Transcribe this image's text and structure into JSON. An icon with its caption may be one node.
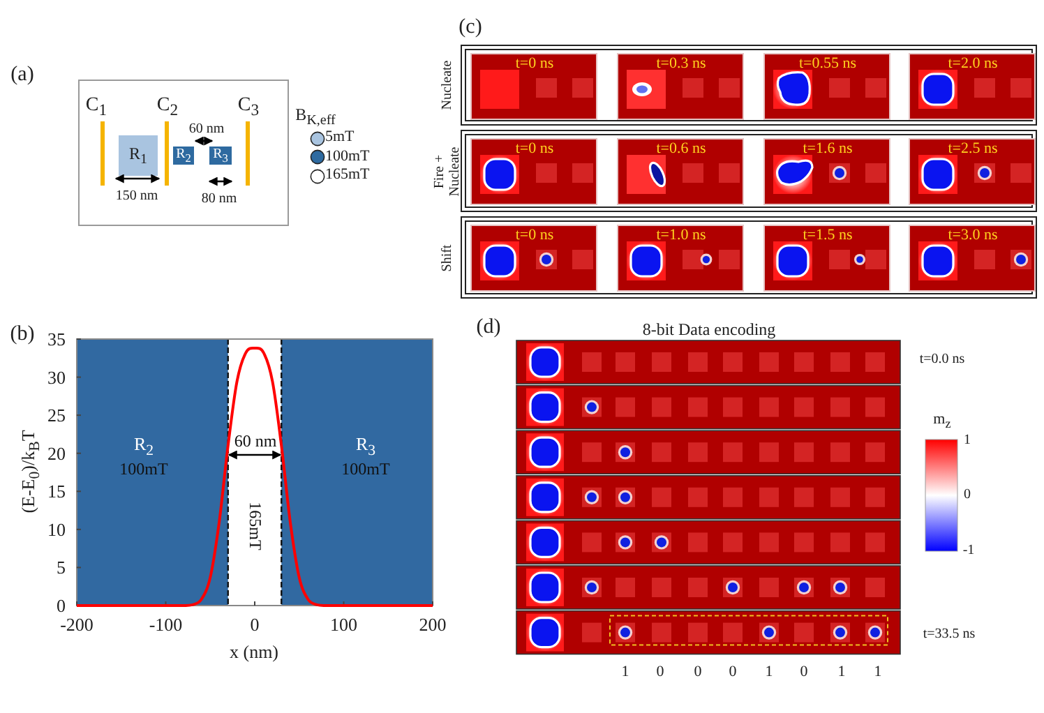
{
  "diagram": {
    "nodes": [
      {
        "text": [],
        "shape": "box"
      },
      {
        "text": [
          "R$_{1}$"
        ],
        "in": 0
      },
      {
        "text": [
          "R$_{2}$"
        ],
        "in": 0
      },
      {
        "text": [
          "R$_{3}$"
        ],
        "in": 0
      },
      {
        "text": [
          "Nucleate"
        ]
      },
      {
        "text": [
          "t=0 ns"
        ],
        "in": 4
      },
      {
        "text": [
          "t=0.3 ns"
        ],
        "in": 4
      },
      {
        "text": [
          "t=0.55 ns"
        ],
        "in": 4
      },
      {
        "text": [
          "t=2.0 ns"
        ],
        "in": 4
      },
      {
        "text": [
          "Fire + Nucleate"
        ]
      },
      {
        "text": [
          "t=0 ns"
        ],
        "in": 9
      },
      {
        "text": [
          "t=0.6 ns"
        ],
        "in": 9
      },
      {
        "text": [
          "t=1.6 ns"
        ],
        "in": 9
      },
      {
        "text": [
          "t=2.5 ns"
        ],
        "in": 9
      },
      {
        "text": [
          "Shift"
        ]
      },
      {
        "text": [
          "t=0 ns"
        ],
        "in": 14
      },
      {
        "text": [
          "t=1.0 ns"
        ],
        "in": 14
      },
      {
        "text": [
          "t=1.5 ns"
        ],
        "in": 14
      },
      {
        "text": [
          "t=3.0 ns"
        ],
        "in": 14
      }
    ],
    "labels": [
      "(a)",
      "C$_{1}$",
      "C$_{2}$",
      "C$_{3}$",
      "60 nm",
      "150 nm",
      "80 nm",
      "B$_{K,eff}$",
      "(c)",
      "(b)",
      "(d)",
      "8-bit Data encoding",
      "t=0.0 ns",
      "m$_{z}$",
      "1",
      "0",
      "-1",
      "t=33.5 ns",
      "1",
      "0",
      "0",
      "0",
      "1",
      "0",
      "1",
      "1"
    ],
    "legend": [
      {
        "text": "5mT",
        "color": "#a9c4e0"
      },
      {
        "text": "100mT",
        "color": "#2e6aa0"
      },
      {
        "text": "165mT",
        "color": "#ffffff"
      }
    ],
    "chart_data": {
      "type": "line",
      "xlabel": "x (nm)",
      "ylabel": "(E-E$_{0}$)/k$_{B}$T",
      "x": [
        -200,
        -150,
        -100,
        -80,
        -70,
        -60,
        -50,
        -40,
        -30,
        -20,
        -10,
        0,
        10,
        20,
        30,
        40,
        50,
        60,
        70,
        80,
        100,
        150,
        200
      ],
      "series": [
        {
          "color": "#ff0000",
          "values": [
            0,
            0,
            0,
            0,
            0.1,
            0.8,
            3.7,
            10.9,
            21,
            29.4,
            33.2,
            33.8,
            33.2,
            29.4,
            21,
            10.9,
            3.7,
            0.8,
            0.1,
            0,
            0,
            0,
            0
          ]
        }
      ],
      "xlim": [
        -200,
        200
      ],
      "ylim": [
        0,
        35
      ],
      "xticks": [
        -200,
        -100,
        0,
        100,
        200
      ],
      "yticks": [
        0,
        5,
        10,
        15,
        20,
        25,
        30,
        35
      ],
      "annotations": [
        "R$_{2}$",
        "100mT",
        "R$_{3}$",
        "100mT",
        "60 nm",
        "165mT"
      ]
    }
  }
}
